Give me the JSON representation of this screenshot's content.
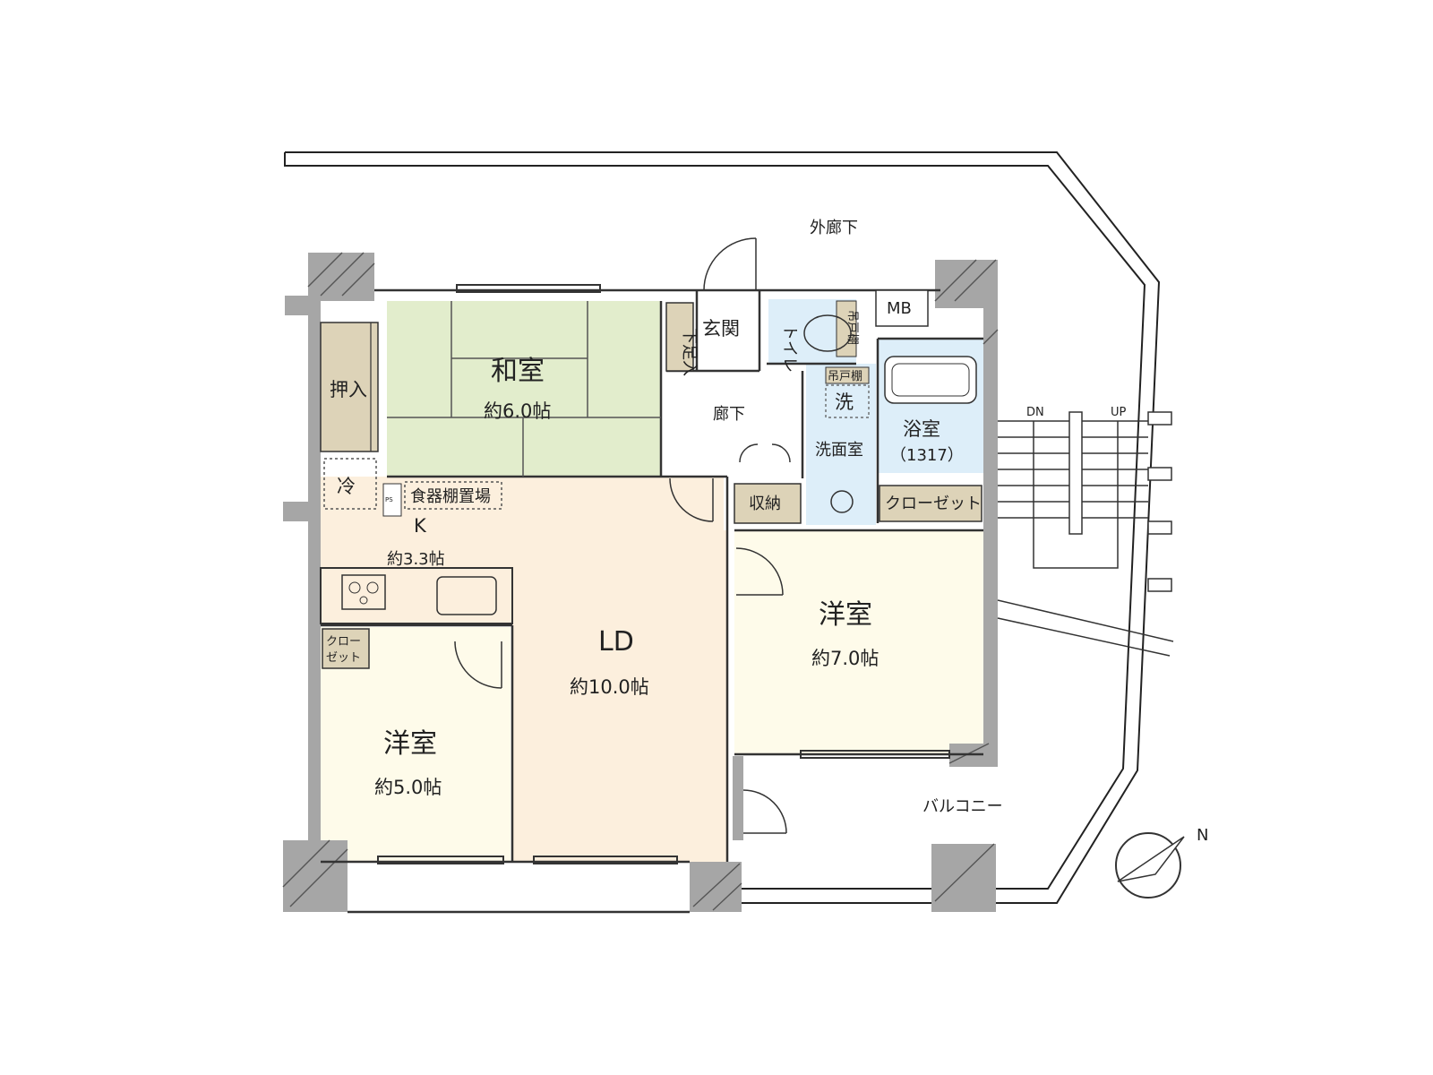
{
  "rooms": {
    "washitsu": {
      "name": "和室",
      "size": "約6.0帖"
    },
    "ld": {
      "name": "LD",
      "size": "約10.0帖"
    },
    "kitchen": {
      "name": "K",
      "size": "約3.3帖"
    },
    "yoshitsu7": {
      "name": "洋室",
      "size": "約7.0帖"
    },
    "yoshitsu5": {
      "name": "洋室",
      "size": "約5.0帖"
    },
    "genkan": {
      "name": "玄関"
    },
    "roka": {
      "name": "廊下"
    },
    "toilet": {
      "name": "トイレ"
    },
    "senmen": {
      "name": "洗面室"
    },
    "yokushitsu": {
      "name": "浴室",
      "size": "（1317）"
    }
  },
  "storage": {
    "oshiire": "押入",
    "shimoashi": "下足入",
    "shuno": "収納",
    "closet_large": "クローゼット",
    "closet_small_1": "クロー",
    "closet_small_2": "ゼット",
    "tsurito1": "吊戸棚",
    "tsurito2": "吊戸棚",
    "shokki": "食器棚置場"
  },
  "fixtures": {
    "fridge": "冷",
    "washer": "洗",
    "mb": "MB",
    "ps": "PS"
  },
  "outside": {
    "corridor": "外廊下",
    "balcony": "バルコニー",
    "stair_dn": "DN",
    "stair_up": "UP",
    "north": "N"
  },
  "colors": {
    "washitsu": "#e2edcc",
    "ld": "#fcefdd",
    "yoshitsu": "#fefbea",
    "storage": "#ddd3b8",
    "wet": "#ddeef9",
    "wall": "#a6a6a6"
  }
}
